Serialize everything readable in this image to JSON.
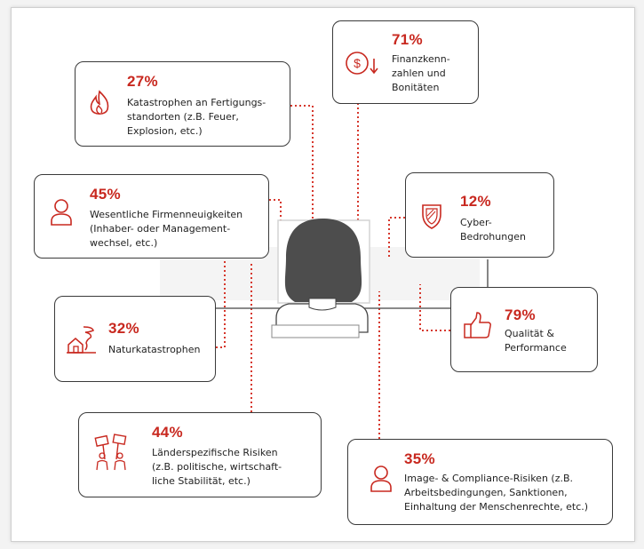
{
  "accent_color": "#c8281f",
  "items": [
    {
      "id": "finanz",
      "percent": "71%",
      "label": "Finanzkenn-\nzahlen und\nBonitäten",
      "icon": "dollar-down-icon"
    },
    {
      "id": "katastrophen",
      "percent": "27%",
      "label": "Katastrophen an Fertigungs-\nstandorten (z.B. Feuer,\nExplosion, etc.)",
      "icon": "fire-icon"
    },
    {
      "id": "firmen",
      "percent": "45%",
      "label": "Wesentliche Firmenneuigkeiten\n(Inhaber- oder Management-\nwechsel, etc.)",
      "icon": "person-icon"
    },
    {
      "id": "cyber",
      "percent": "12%",
      "label": "Cyber-\nBedrohungen",
      "icon": "shield-icon"
    },
    {
      "id": "natur",
      "percent": "32%",
      "label": "Naturkatastrophen",
      "icon": "tornado-house-icon"
    },
    {
      "id": "qualitaet",
      "percent": "79%",
      "label": "Qualität &\nPerformance",
      "icon": "thumbs-up-icon"
    },
    {
      "id": "laender",
      "percent": "44%",
      "label": "Länderspezifische Risiken\n(z.B. politische, wirtschaft-\nliche Stabilität, etc.)",
      "icon": "protest-signs-icon"
    },
    {
      "id": "image",
      "percent": "35%",
      "label": "Image- & Compliance-Risiken (z.B.\nArbeitsbedingungen, Sanktionen,\nEinhaltung der Menschenrechte, etc.)",
      "icon": "person-icon"
    }
  ]
}
